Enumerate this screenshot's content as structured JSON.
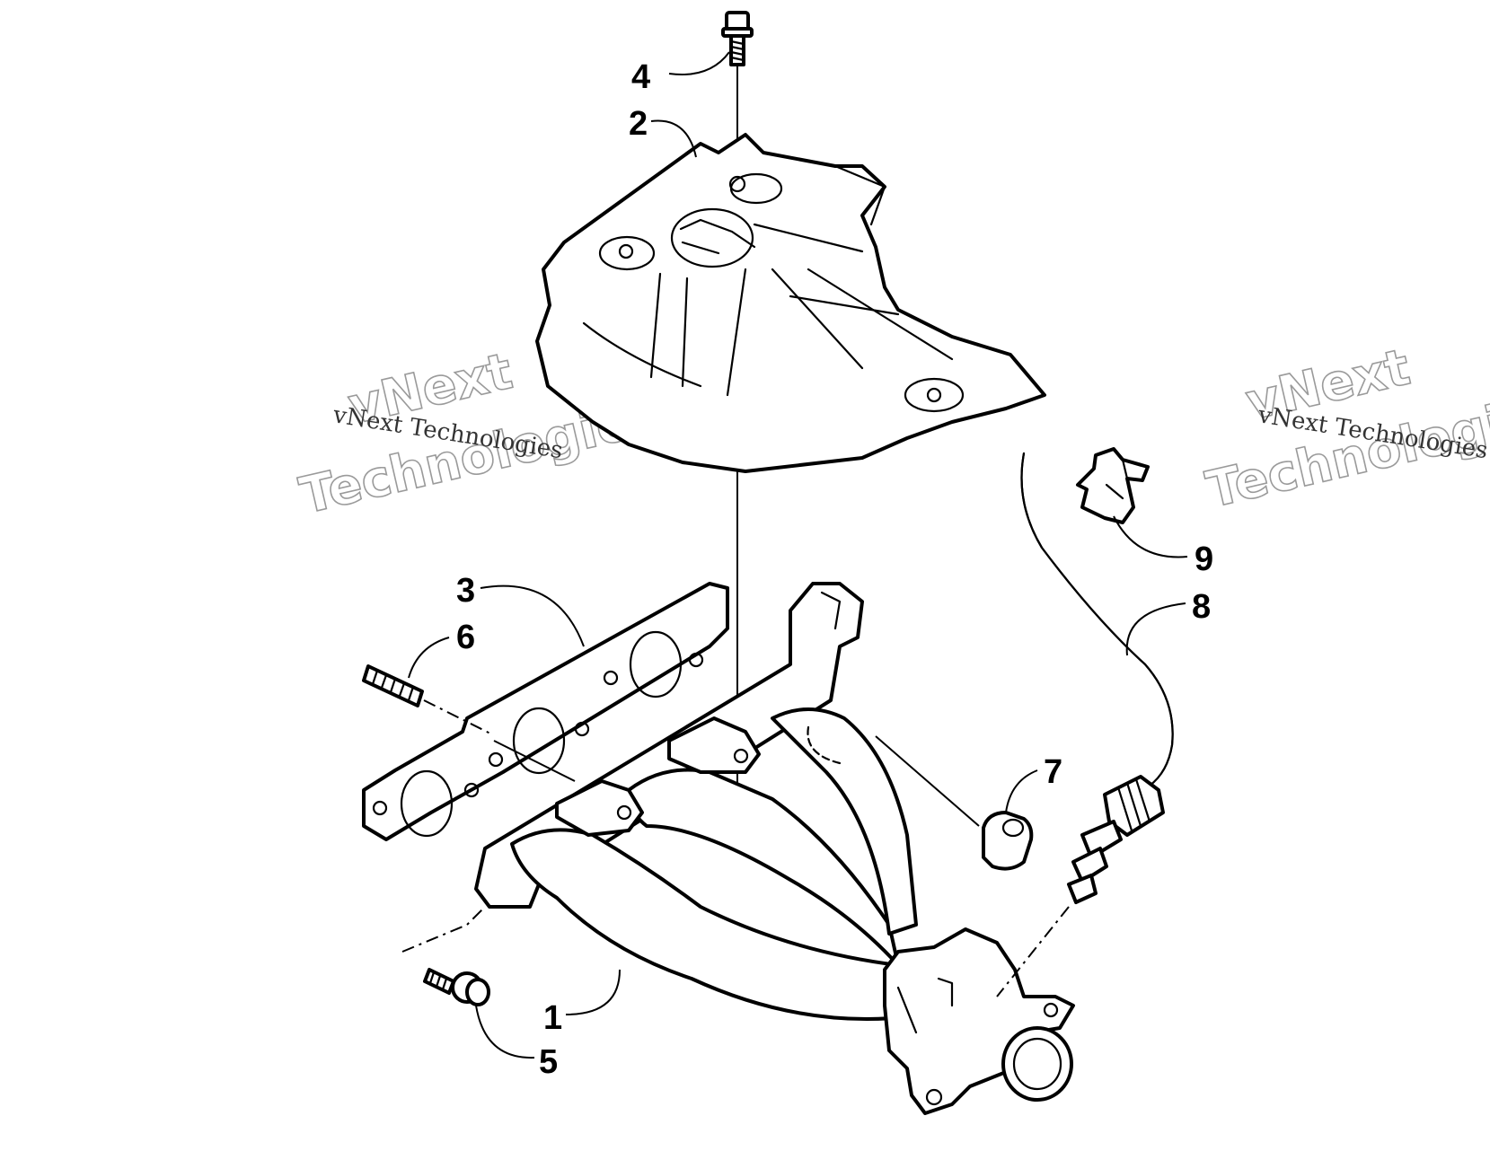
{
  "diagram": {
    "callouts": [
      {
        "id": "1",
        "label": "1"
      },
      {
        "id": "2",
        "label": "2"
      },
      {
        "id": "3",
        "label": "3"
      },
      {
        "id": "4",
        "label": "4"
      },
      {
        "id": "5",
        "label": "5"
      },
      {
        "id": "6",
        "label": "6"
      },
      {
        "id": "7",
        "label": "7"
      },
      {
        "id": "8",
        "label": "8"
      },
      {
        "id": "9",
        "label": "9"
      }
    ]
  },
  "watermark": {
    "line1": "vNext",
    "line2": "Technologies",
    "small": "vNext Technologies"
  },
  "colors": {
    "ink": "#000000",
    "background": "#ffffff",
    "watermark": "#9a9a9a"
  }
}
